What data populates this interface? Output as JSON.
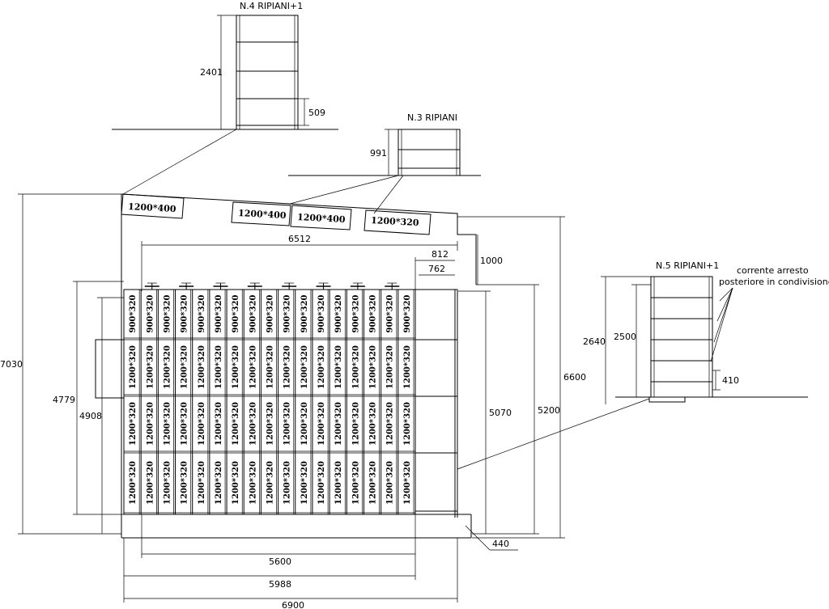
{
  "elevations": {
    "n4": {
      "title": "N.4 RIPIANI+1",
      "height": "2401",
      "spacing": "509"
    },
    "n3": {
      "title": "N.3 RIPIANI",
      "height": "991"
    },
    "n5": {
      "title": "N.5 RIPIANI+1",
      "height_total": "2640",
      "height": "2500",
      "spacing": "410",
      "note_line1": "corrente arresto",
      "note_line2": "posteriore in condivisione"
    }
  },
  "top_bays": [
    "1200*400",
    "1200*400",
    "1200*400",
    "1200*320"
  ],
  "bay_labels": {
    "top_row": "900*320",
    "lower_rows": "1200*320"
  },
  "dimensions": {
    "d6512": "6512",
    "d812": "812",
    "d762": "762",
    "d1000": "1000",
    "d7030": "7030",
    "d4779": "4779",
    "d4908": "4908",
    "d5070": "5070",
    "d5200": "5200",
    "d6600": "6600",
    "d440": "440",
    "d5600": "5600",
    "d5988": "5988",
    "d6900": "6900"
  }
}
